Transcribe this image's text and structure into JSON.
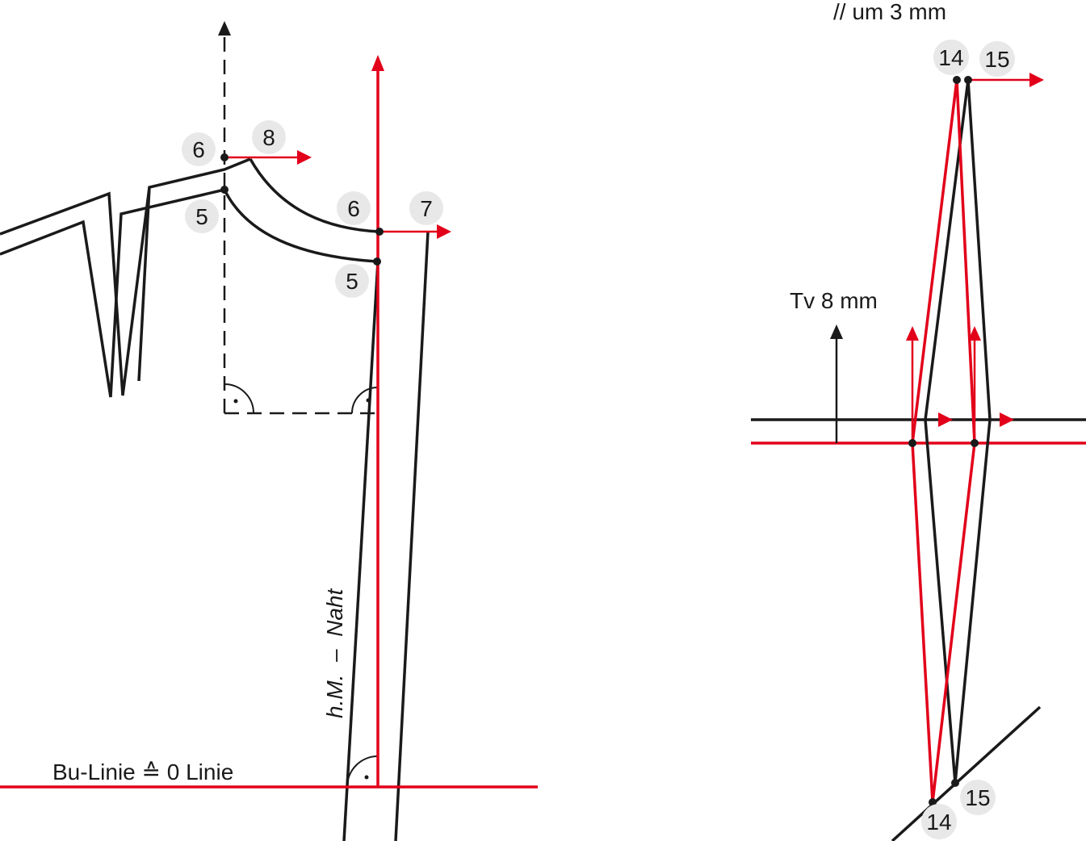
{
  "colors": {
    "red": "#e2001a",
    "black": "#1a1a1a",
    "badge": "#e8e8e8"
  },
  "left_figure": {
    "points": {
      "p6_top": "6",
      "p8": "8",
      "p5_left": "5",
      "p6_right": "6",
      "p7": "7",
      "p5_right": "5"
    },
    "seam_label": "h.M.  –  Naht",
    "baseline_label": "Bu-Linie ≙ 0 Linie"
  },
  "right_figure": {
    "top_label": "// um 3 mm",
    "tv_label": "Tv 8 mm",
    "points": {
      "p14_top": "14",
      "p15_top": "15",
      "p15_bottom": "15",
      "p14_bottom": "14"
    }
  }
}
